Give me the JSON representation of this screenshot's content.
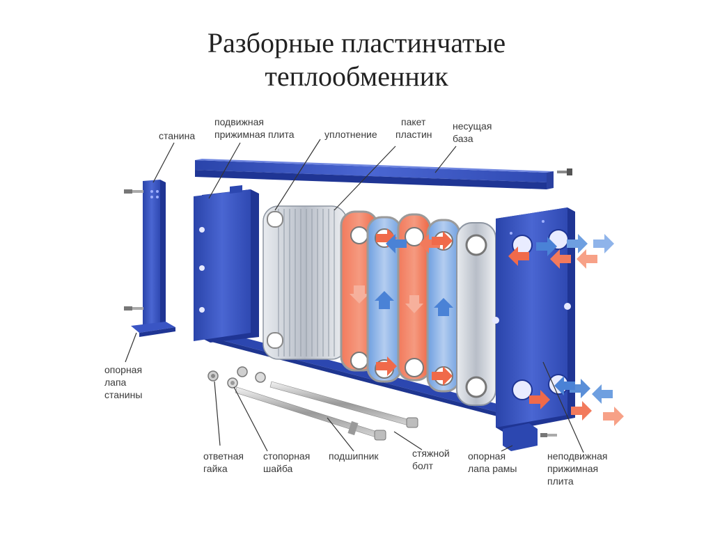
{
  "title": {
    "line1": "Разборные пластинчатые",
    "line2": "теплообменник"
  },
  "labels": {
    "stanina": [
      "станина"
    ],
    "movable_plate": [
      "подвижная",
      "прижимная плита"
    ],
    "gasket": [
      "уплотнение"
    ],
    "plate_pack": [
      "пакет",
      "пластин"
    ],
    "carrier_base": [
      "несущая",
      "база"
    ],
    "frame_support_foot": [
      "опорная",
      "лапа",
      "станины"
    ],
    "counter_nut": [
      "ответная",
      "гайка"
    ],
    "lock_washer": [
      "стопорная",
      "шайба"
    ],
    "bearing": [
      "подшипник"
    ],
    "tie_bolt": [
      "стяжной",
      "болт"
    ],
    "frame_foot": [
      "опорная",
      "лапа рамы"
    ],
    "fixed_plate": [
      "неподвижная",
      "прижимная",
      "плита"
    ]
  },
  "colors": {
    "frame_blue": "#3a55c4",
    "frame_dark": "#233a96",
    "hot": "#f06a4a",
    "hot_light": "#f7a187",
    "cold": "#5a8fd8",
    "cold_light": "#a9c6ee",
    "plate_silver": "#c9ced6",
    "leader_line": "#333333"
  }
}
